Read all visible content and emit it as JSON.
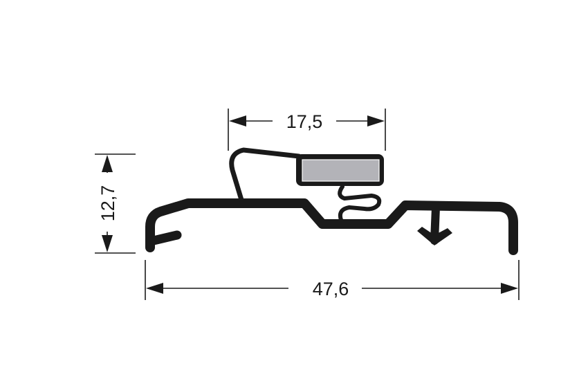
{
  "drawing": {
    "type": "gasket-profile-cross-section",
    "colors": {
      "line": "#1a1a1a",
      "magnet_fill": "#b3b3b8",
      "background": "#ffffff"
    }
  },
  "dimensions": {
    "top_width": {
      "label": "17,5",
      "value": 17.5,
      "unit": "mm"
    },
    "height": {
      "label": "12,7",
      "value": 12.7,
      "unit": "mm"
    },
    "total_width": {
      "label": "47,6",
      "value": 47.6,
      "unit": "mm"
    }
  }
}
